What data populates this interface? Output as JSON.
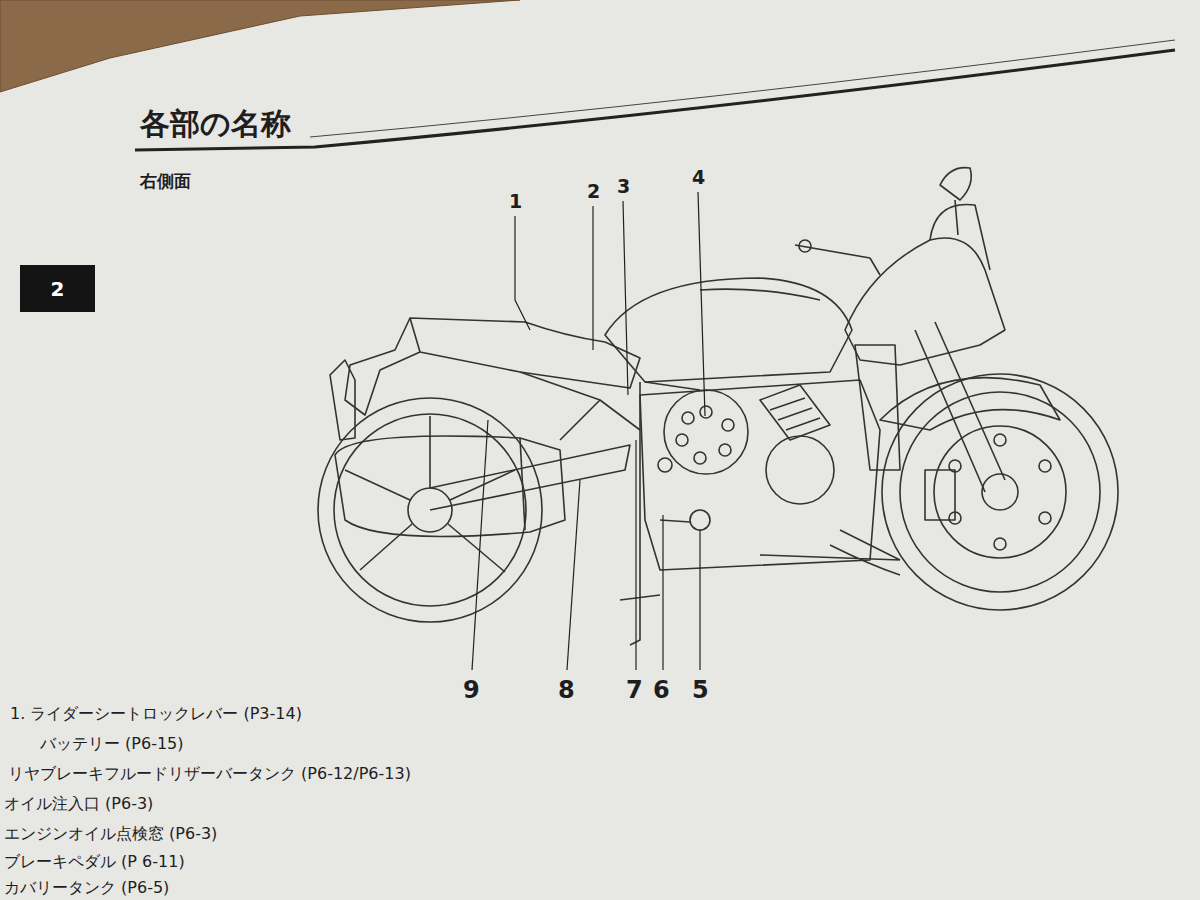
{
  "diagram": {
    "title": "各部の名称",
    "nodes": [
      {
        "text": [
          "2"
        ]
      }
    ],
    "labels": [
      "右側面",
      "1",
      "2",
      "3",
      "4",
      "9",
      "8",
      "7",
      "6",
      "5",
      "1. ライダーシートロックレバー (P3-14)",
      "バッテリー (P6-15)",
      "リヤブレーキフルードリザーバータンク (P6-12/P6-13)",
      "オイル注入口 (P6-3)",
      "エンジンオイル点検窓 (P6-3)",
      "ブレーキペダル (P 6-11)",
      "カバリータンク (P6-5)"
    ]
  }
}
